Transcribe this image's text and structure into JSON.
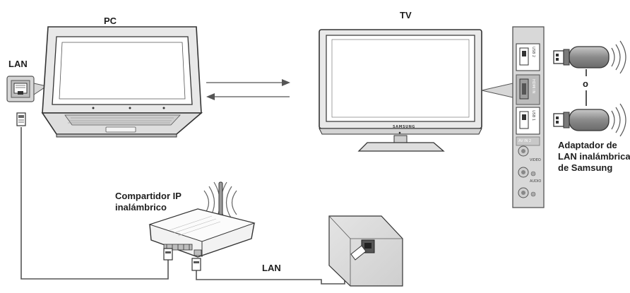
{
  "labels": {
    "pc": "PC",
    "tv": "TV",
    "lan_left": "LAN",
    "lan_bottom": "LAN",
    "router_line1": "Compartidor IP",
    "router_line2": "inalámbrico",
    "or": "o",
    "adapter_line1": "Adaptador de",
    "adapter_line2": "LAN inalámbrica",
    "adapter_line3": "de Samsung"
  },
  "tv_brand": "SAMSUNG",
  "tv_panel": {
    "usb1": "USB 2",
    "usb2": "USB 1",
    "hdmi": "HDMI IN",
    "av": "AV IN 2",
    "video": "VIDEO",
    "audio": "AUDIO"
  },
  "colors": {
    "line": "#555555",
    "panel": "#d8d8d8",
    "dongle": "#9a9a9a"
  }
}
